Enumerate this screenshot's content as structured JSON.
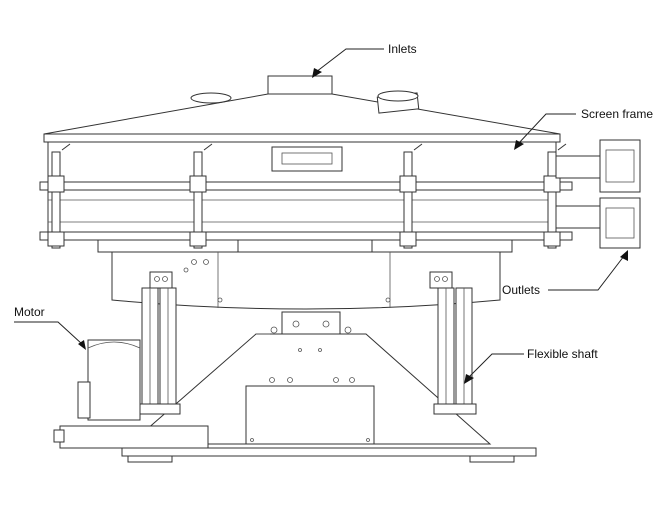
{
  "diagram": {
    "labels": {
      "inlets": "Inlets",
      "screen_frame": "Screen frame",
      "outlets": "Outlets",
      "motor": "Motor",
      "flexible_shaft": "Flexible shaft"
    }
  }
}
